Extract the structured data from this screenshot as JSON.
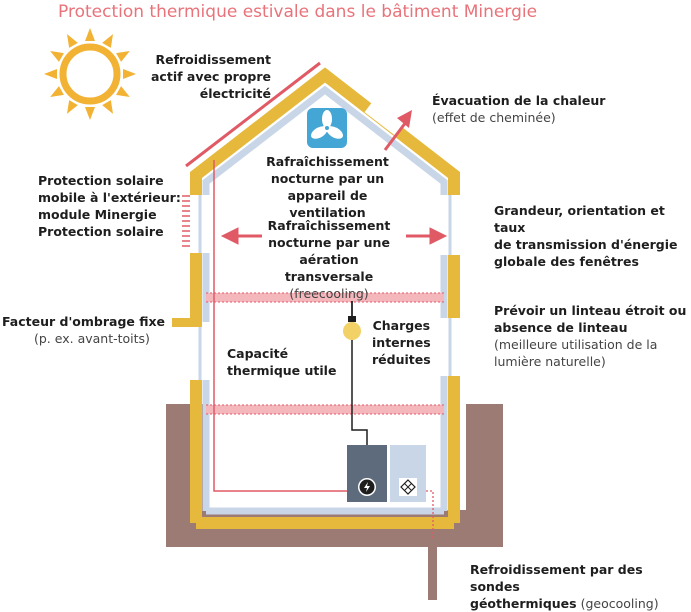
{
  "title": "Protection thermique estivale dans le bâtiment Minergie",
  "colors": {
    "title": "#e8737a",
    "sun": "#f2b233",
    "wall_yellow": "#e6b93c",
    "wall_blue": "#c8d6e8",
    "ground": "#9b7b74",
    "red": "#e05a66",
    "pink_band": "#f3b7bc",
    "fan_bg": "#43a6d5",
    "device": "#5e6b7c"
  },
  "labels": {
    "active_cooling": [
      "Refroidissement",
      "actif avec propre",
      "électricité"
    ],
    "chimney_bold": "Évacuation de la chaleur",
    "chimney_note": "(effet de cheminée)",
    "night_vent": [
      "Rafraîchissement",
      "nocturne par un",
      "appareil de ventilation"
    ],
    "solar_mobile": [
      "Protection solaire",
      "mobile à l'extérieur:",
      "module Minergie",
      "Protection solaire"
    ],
    "windows": [
      "Grandeur, orientation et taux",
      "de transmission d'énergie",
      "globale des fenêtres"
    ],
    "cross_vent": [
      "Rafraîchissement",
      "nocturne par une",
      "aération transversale"
    ],
    "cross_vent_note": "(freecooling)",
    "shading_bold": "Facteur d'ombrage fixe",
    "shading_note": "(p. ex. avant-toits)",
    "lintel_bold": [
      "Prévoir un linteau étroit ou",
      "absence de linteau"
    ],
    "lintel_note": [
      "(meilleure utilisation de la",
      "lumière naturelle)"
    ],
    "internal_loads": [
      "Charges",
      "internes",
      "réduites"
    ],
    "thermal_mass": [
      "Capacité",
      "thermique utile"
    ],
    "geocooling_bold": [
      "Refroidissement par des sondes",
      "géothermiques"
    ],
    "geocooling_note": "(geocooling)"
  },
  "icons": [
    "sun-icon",
    "fan-icon",
    "lightbulb-icon",
    "power-icon",
    "heat-exchanger-icon",
    "arrow-icon"
  ]
}
